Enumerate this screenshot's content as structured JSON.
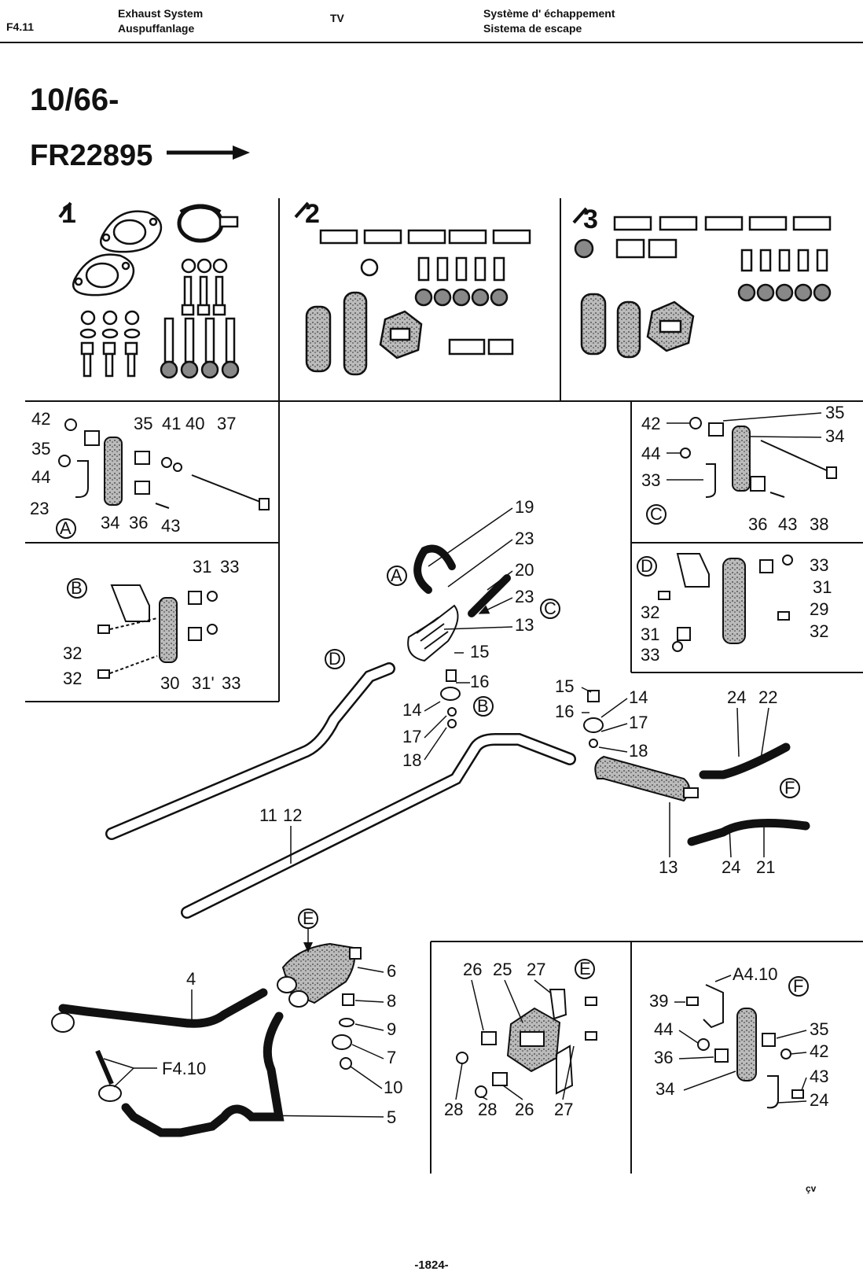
{
  "header": {
    "page_ref": "F4.11",
    "title_en": "Exhaust System",
    "title_de": "Auspuffanlage",
    "model": "TV",
    "title_fr": "Système d' échappement",
    "title_es": "Sistema de escape"
  },
  "intro": {
    "date": "10/66-",
    "frame": "FR22895"
  },
  "kits": [
    "1",
    "2",
    "3"
  ],
  "detail_markers": {
    "A": "A",
    "B": "B",
    "C": "C",
    "D": "D",
    "E": "E",
    "F": "F"
  },
  "box_A": {
    "n42": "42",
    "n35": "35",
    "n44": "44",
    "n23": "23",
    "n35b": "35",
    "n41": "41",
    "n40": "40",
    "n37": "37",
    "n34": "34",
    "n36": "36",
    "n43": "43"
  },
  "box_B": {
    "n31": "31",
    "n33": "33",
    "n32a": "32",
    "n32b": "32",
    "n30": "30",
    "n31p": "31'",
    "n33b": "33"
  },
  "box_C": {
    "n42": "42",
    "n35": "35",
    "n34": "34",
    "n44": "44",
    "n33": "33",
    "n36": "36",
    "n43": "43",
    "n38": "38"
  },
  "box_D": {
    "n33": "33",
    "n31": "31",
    "n29": "29",
    "n32a": "32",
    "n32b": "32",
    "n31b": "31",
    "n33b": "33"
  },
  "main": {
    "n19": "19",
    "n23a": "23",
    "n20": "20",
    "n23b": "23",
    "n13a": "13",
    "n15a": "15",
    "n16a": "16",
    "n14a": "14",
    "n17a": "17",
    "n18a": "18",
    "n15b": "15",
    "n16b": "16",
    "n14b": "14",
    "n17b": "17",
    "n18b": "18",
    "n24a": "24",
    "n22": "22",
    "n11": "11",
    "n12": "12",
    "n13b": "13",
    "n24b": "24",
    "n21": "21"
  },
  "lower": {
    "n4": "4",
    "n6": "6",
    "n8": "8",
    "n9": "9",
    "n7": "7",
    "n10": "10",
    "n5": "5",
    "ref": "F4.10"
  },
  "box_E": {
    "n26": "26",
    "n25": "25",
    "n27": "27",
    "n28a": "28",
    "n28b": "28",
    "n26b": "26",
    "n27b": "27"
  },
  "box_F": {
    "ref": "A4.10",
    "n39": "39",
    "n44": "44",
    "n35": "35",
    "n36": "36",
    "n42": "42",
    "n43": "43",
    "n34": "34",
    "n24": "24"
  },
  "footer": {
    "page_number": "-1824-",
    "signature": "çv"
  }
}
